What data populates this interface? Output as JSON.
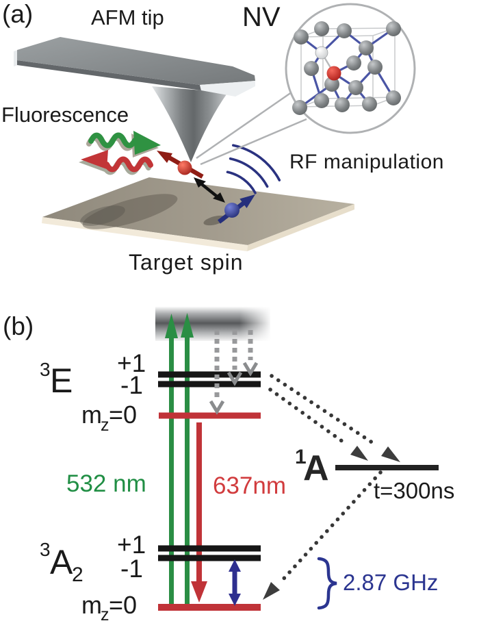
{
  "panel_a": {
    "label": "(a)",
    "afm_tip": "AFM tip",
    "nv": "NV",
    "fluorescence": "Fluorescence",
    "rf": "RF manipulation",
    "target_spin": "Target spin"
  },
  "panel_b": {
    "label": "(b)",
    "excited_sup": "3",
    "excited_main": "E",
    "ground_sup": "3",
    "ground_main": "A",
    "ground_sub": "2",
    "singlet_sup": "1",
    "singlet_main": "A",
    "plus_one": "+1",
    "minus_one": "-1",
    "mz_m": "m",
    "mz_z": "z",
    "mz_eq": "=0",
    "green_wavelength": "532 nm",
    "red_wavelength": "637nm",
    "lifetime": "t=300ns",
    "splitting": "2.87 GHz"
  },
  "colors": {
    "green": "#2F9242",
    "red": "#C03338",
    "navy": "#2B3590",
    "black": "#1A1A1A",
    "gray_dash": "#98999B"
  }
}
